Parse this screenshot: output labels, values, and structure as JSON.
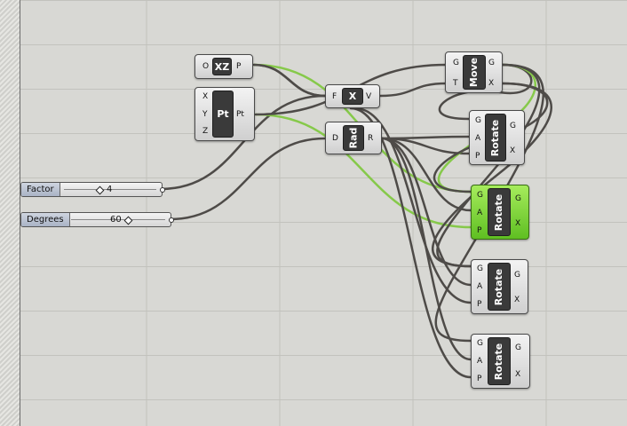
{
  "colors": {
    "canvas": "#d8d8d4",
    "grid": "#c2c2bd",
    "wire": "#4e4b48",
    "wire_active": "#86c94a",
    "active_node": "#79d332"
  },
  "sliders": [
    {
      "label": "Factor",
      "value": "4"
    },
    {
      "label": "Degrees",
      "value": "60"
    }
  ],
  "nodes": {
    "xz": {
      "title": "XZ",
      "inputs": [
        "O"
      ],
      "outputs": [
        "P"
      ]
    },
    "pt": {
      "title": "Pt",
      "inputs": [
        "X",
        "Y",
        "Z"
      ],
      "outputs": [
        "Pt"
      ]
    },
    "mult": {
      "title": "X",
      "inputs": [
        "F"
      ],
      "outputs": [
        "V"
      ]
    },
    "rad": {
      "title": "Rad",
      "inputs": [
        "D"
      ],
      "outputs": [
        "R"
      ]
    },
    "move": {
      "title": "Move",
      "inputs": [
        "G",
        "T"
      ],
      "outputs": [
        "G",
        "X"
      ]
    },
    "rotate1": {
      "title": "Rotate",
      "inputs": [
        "G",
        "A",
        "P"
      ],
      "outputs": [
        "G",
        "X"
      ]
    },
    "rotate2": {
      "title": "Rotate",
      "inputs": [
        "G",
        "A",
        "P"
      ],
      "outputs": [
        "G",
        "X"
      ],
      "state": "selected"
    },
    "rotate3": {
      "title": "Rotate",
      "inputs": [
        "G",
        "A",
        "P"
      ],
      "outputs": [
        "G",
        "X"
      ]
    },
    "rotate4": {
      "title": "Rotate",
      "inputs": [
        "G",
        "A",
        "P"
      ],
      "outputs": [
        "G",
        "X"
      ]
    }
  }
}
